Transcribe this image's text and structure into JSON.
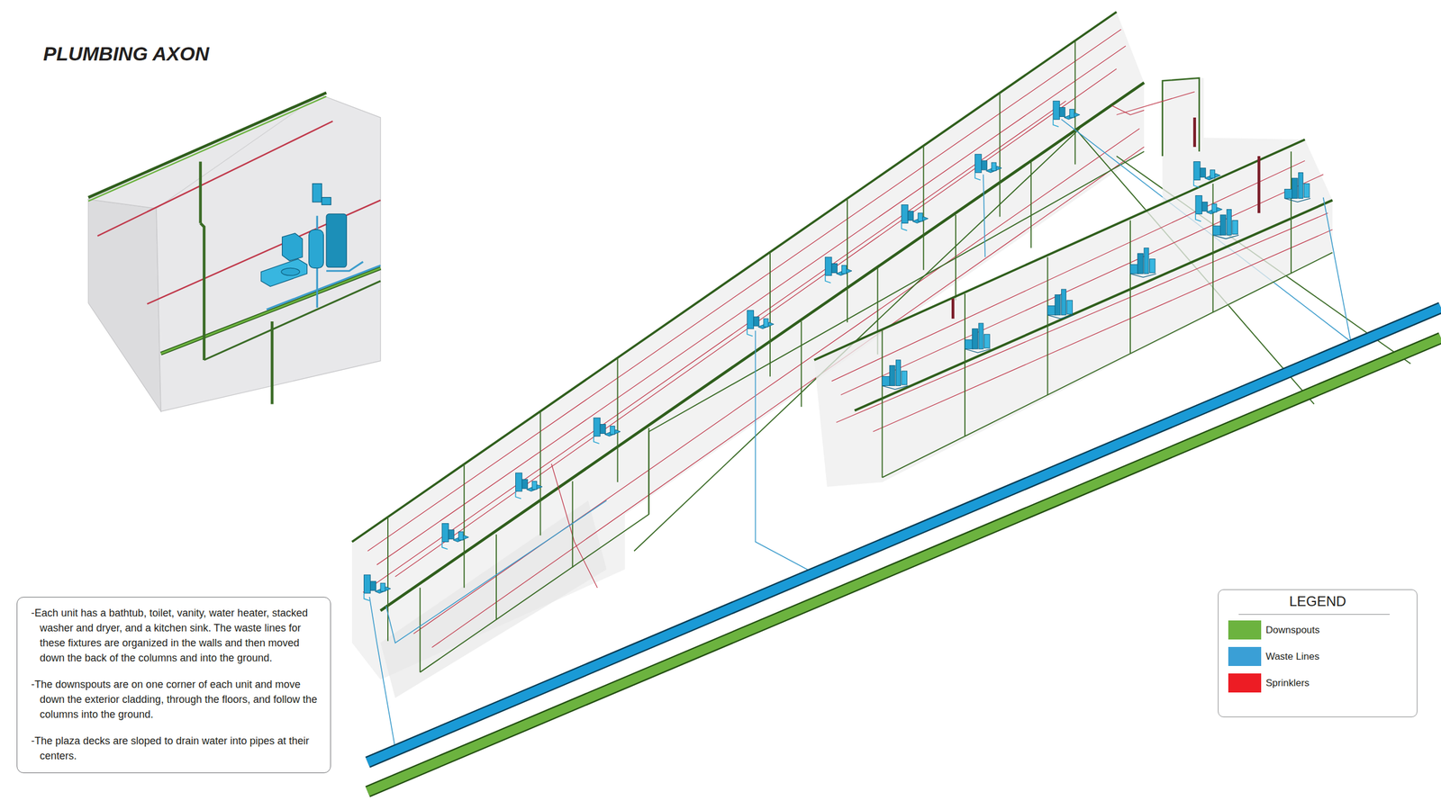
{
  "diagram": {
    "title": "PLUMBING AXON",
    "nodes": [
      {
        "text": [
          "-Each unit has a bathtub, toilet, vanity, water heater, stacked washer and dryer, and a kitchen sink. The waste lines for these fixtures are organized in the walls and then moved down the back of the columns and into the ground.",
          "-The downspouts are on one corner of each unit and move down the exterior cladding, through the floors, and follow the columns into the ground.",
          "-The plaza decks are sloped to drain water into pipes at their centers."
        ]
      }
    ],
    "labels": [
      "LEGEND"
    ],
    "legend": [
      {
        "text": "Downspouts",
        "color": "#6cb33f"
      },
      {
        "text": "Waste Lines",
        "color": "#3a9fd6"
      },
      {
        "text": "Sprinklers",
        "color": "#ed1c24"
      }
    ]
  }
}
